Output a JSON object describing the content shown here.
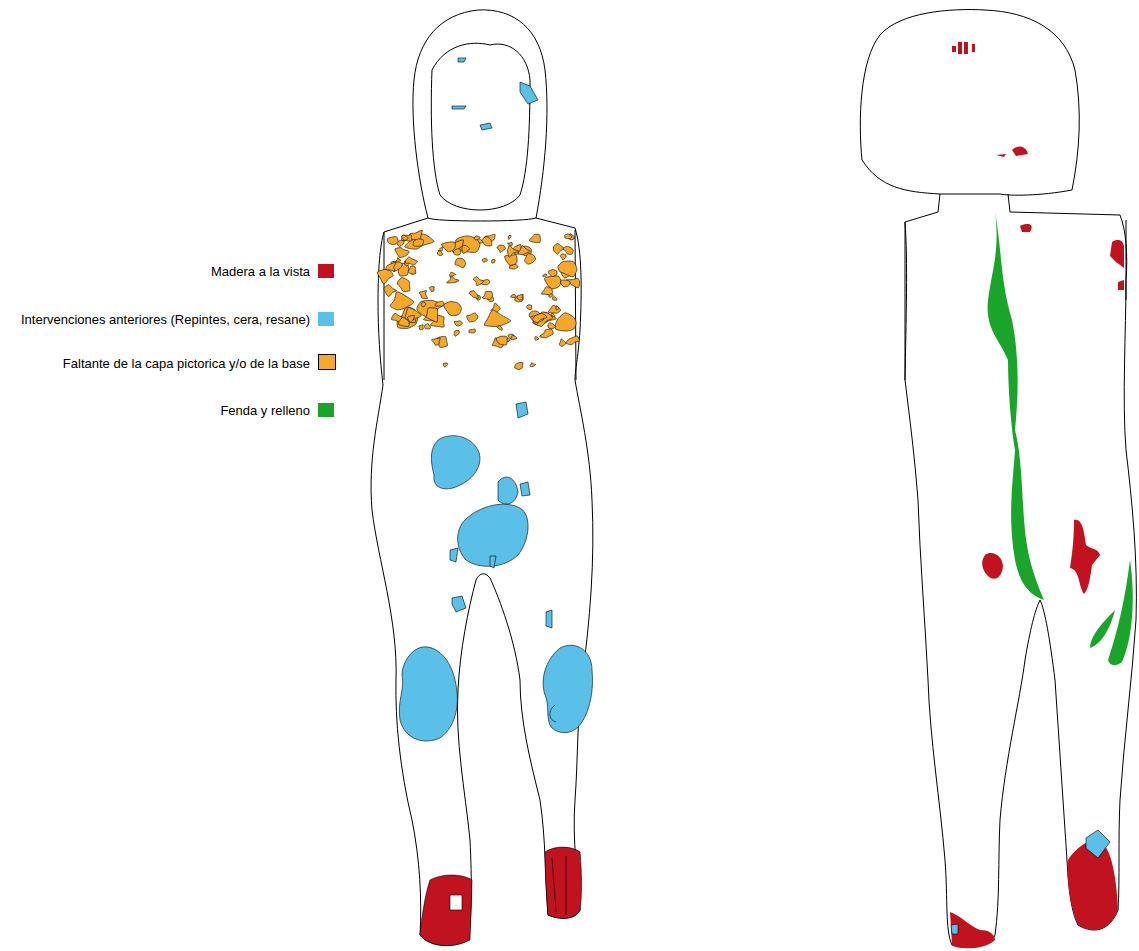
{
  "diagram": {
    "legend": [
      {
        "text": "Madera a la vista",
        "color": "#c1121f"
      },
      {
        "text": "Intervenciones anteriores (Repintes, cera, resane)",
        "color": "#5bc0e8"
      },
      {
        "text": "Faltante de la capa pictorica y/o de la base",
        "color": "#f5a82a"
      },
      {
        "text": "Fenda y relleno",
        "color": "#1aa52a"
      }
    ]
  }
}
